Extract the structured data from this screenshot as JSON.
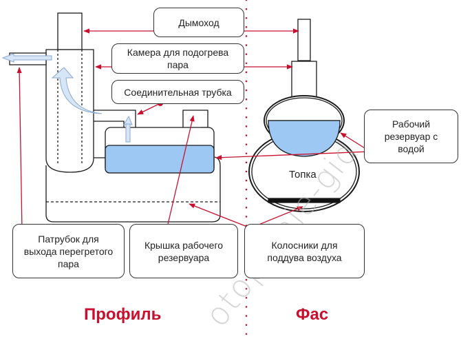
{
  "diagram": {
    "watermark": "otoplenie-gid",
    "sections": {
      "profile_title": "Профиль",
      "front_title": "Фас"
    },
    "labels": {
      "chimney": "Дымоход",
      "steam_chamber_line1": "Камера для подогрева",
      "steam_chamber_line2": "пара",
      "connecting_tube": "Соединительная трубка",
      "working_tank_line1": "Рабочий",
      "working_tank_line2": "резервуар с",
      "working_tank_line3": "водой",
      "outlet_pipe_line1": "Патрубок для",
      "outlet_pipe_line2": "выхода перегретого",
      "outlet_pipe_line3": "пара",
      "tank_lid_line1": "Крышка рабочего",
      "tank_lid_line2": "резервуара",
      "grate_line1": "Колосники для",
      "grate_line2": "поддува воздуха"
    },
    "firebox_label": "Топка",
    "colors": {
      "accent_red": "#c8102e",
      "water_blue": "#9cc8f3",
      "flow_arrow": "#d6e6f7",
      "outline": "#1a1a1a"
    }
  }
}
